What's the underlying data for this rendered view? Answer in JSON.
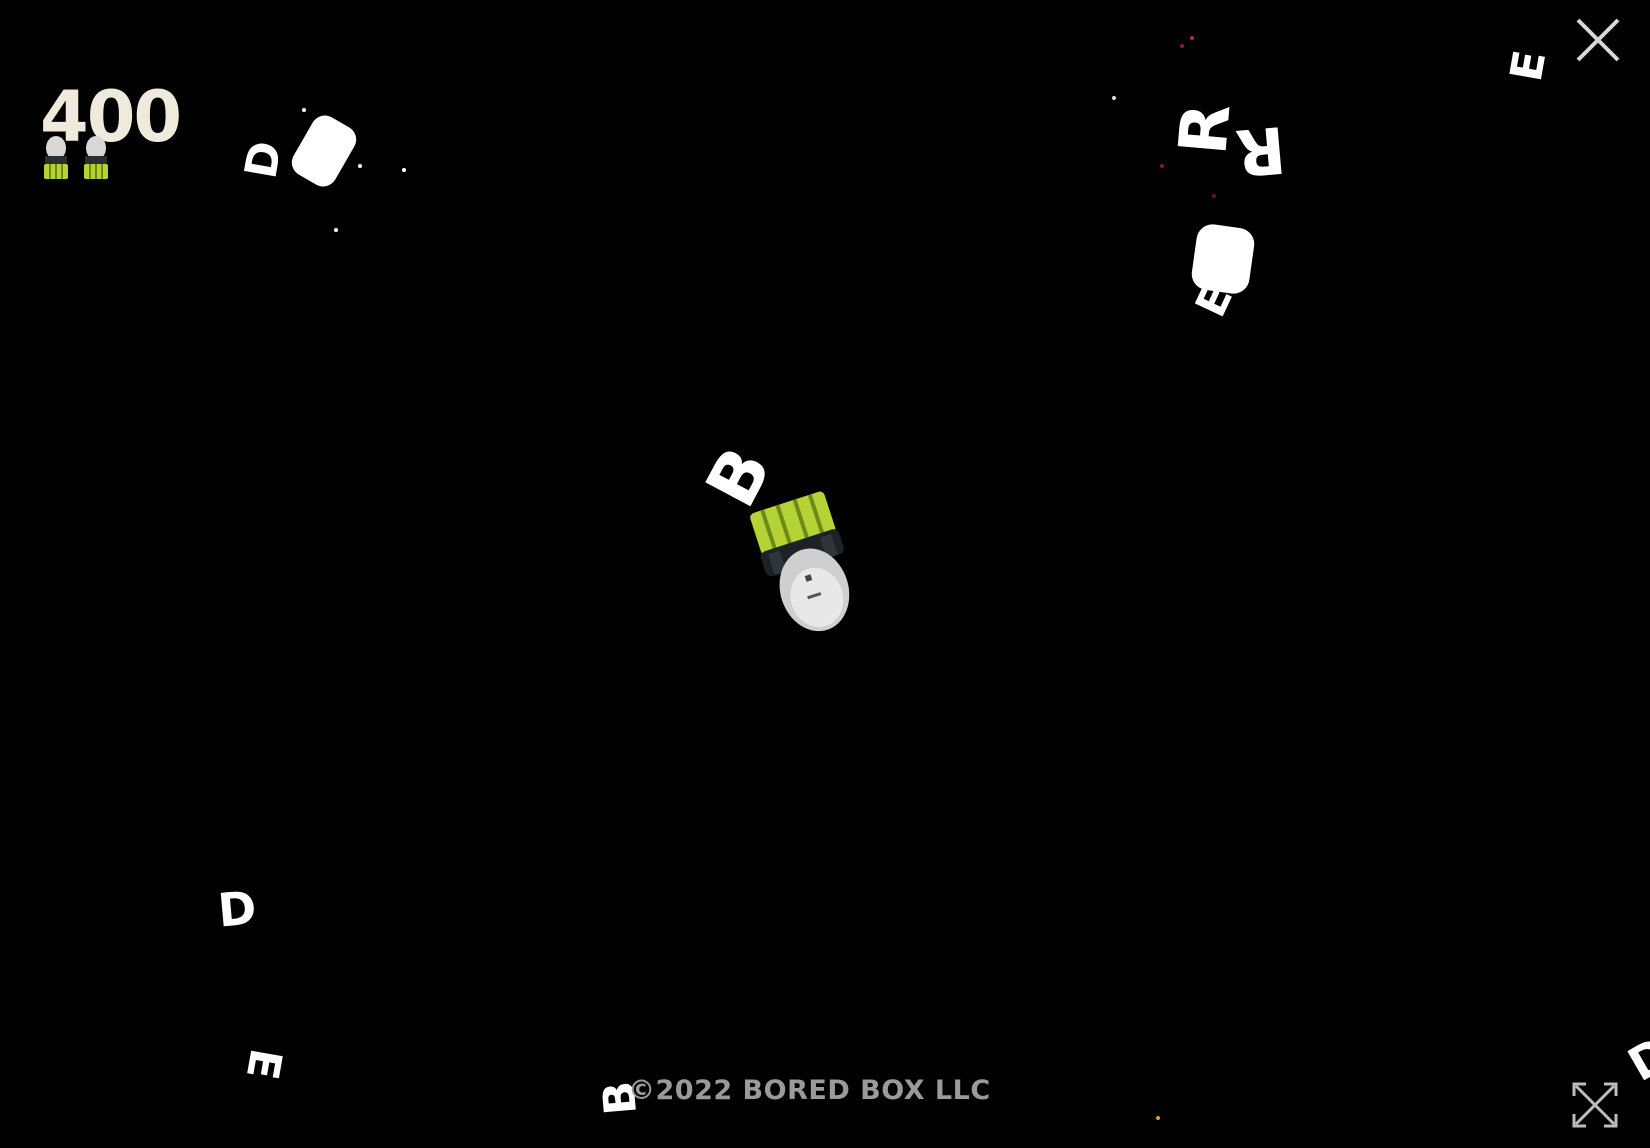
{
  "hud": {
    "score": "400",
    "lives": 2
  },
  "letters": {
    "l1": "D",
    "l2": "R",
    "l3": "R",
    "l4": "E",
    "l5": "E",
    "l6": "B",
    "l7": "D",
    "l8": "E",
    "l9": "B",
    "l10": "D"
  },
  "footer": {
    "copyright": "©2022 BORED BOX LLC"
  },
  "icons": {
    "close": "close-icon",
    "fullscreen": "fullscreen-icon",
    "ship": "rocket-ship-icon"
  },
  "colors": {
    "background": "#000000",
    "score": "#efeadb",
    "ship_thruster": "#b5d334",
    "letters": "#ffffff",
    "copyright": "#9a9a9a"
  }
}
